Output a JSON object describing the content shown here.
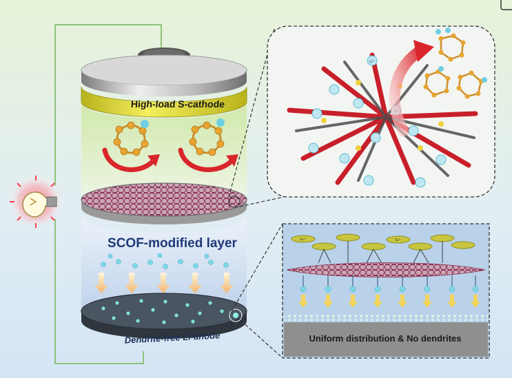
{
  "labels": {
    "cathode": "High-load S-cathode",
    "layer": "SCOF-modified layer",
    "anode": "Dendrite-free Li-anode",
    "uniform": "Uniform distribution & No dendrites"
  },
  "ions": {
    "lithium": "Li⁺",
    "polysulfide": "Sₙ²⁻"
  },
  "icons": {
    "bulb": "light-bulb-icon",
    "polysulfide_ring": "polysulfide-ring-icon",
    "shuttle_arrow": "curved-arrow-icon"
  },
  "colors": {
    "cathode_band": "#e8e23a",
    "frame_line": "#8dc27a",
    "arrow_red": "#d8262b",
    "sulfur": "#e8a431",
    "lithium_ion": "#6fd0e4",
    "anode_disc": "#4a5562",
    "zoom_panel_bg": "#b9d2ea",
    "uniform_bar": "#8f8f8f"
  }
}
